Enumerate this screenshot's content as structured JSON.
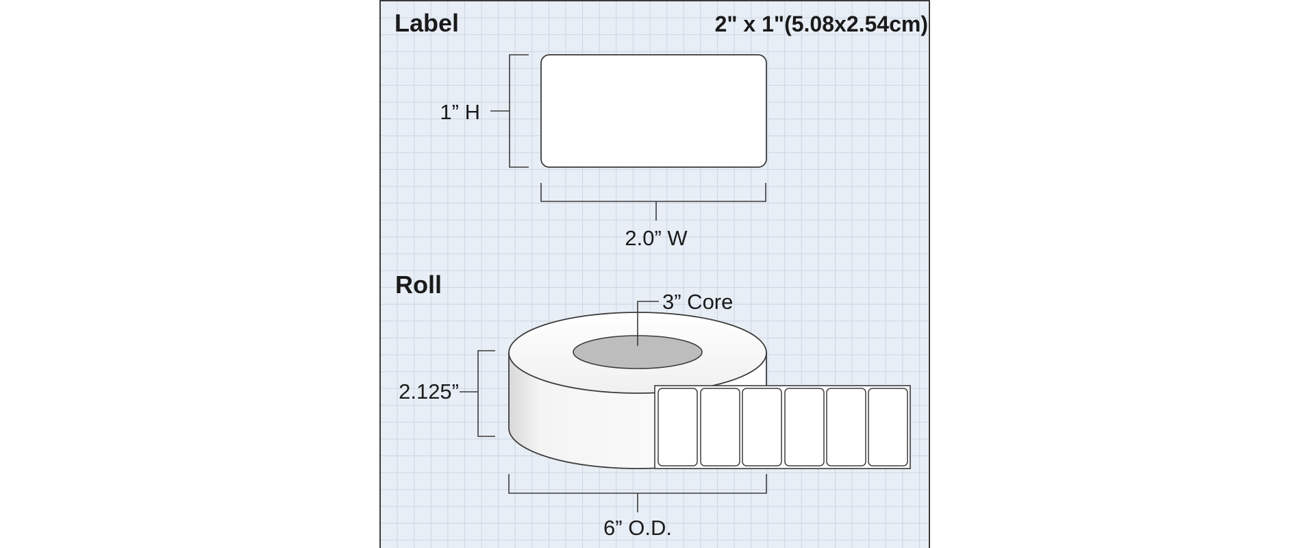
{
  "label_section": {
    "heading": "Label",
    "size_spec": "2\" x 1\"(5.08x2.54cm)",
    "height_label": "1” H",
    "width_label": "2.0” W"
  },
  "roll_section": {
    "heading": "Roll",
    "core_label": "3” Core",
    "width_label": "2.125”",
    "outer_diameter_label": "6” O.D.",
    "visible_labels_on_strip": 6
  },
  "colors": {
    "grid_background": "#e8eef5",
    "grid_lines": "#c9d6e3",
    "core": "#bdbdbd",
    "outline": "#3a3a3a"
  }
}
